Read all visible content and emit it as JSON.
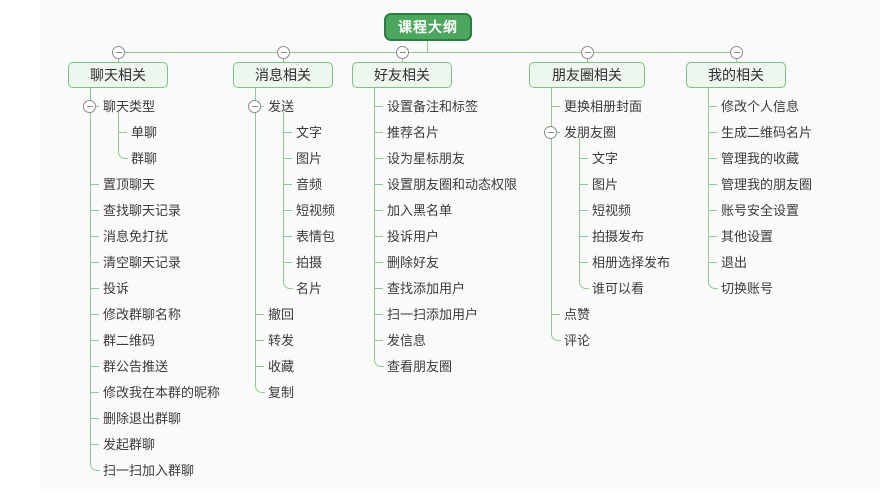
{
  "root": {
    "label": "课程大纲"
  },
  "theme": {
    "root_bg": "#4ca65e",
    "root_border": "#2d7b45",
    "root_text": "#ffffff",
    "branch_bg": "#eef7ef",
    "branch_border": "#7ac47f",
    "line_color": "#8fc993",
    "item_text": "#3b3b3b",
    "canvas_bg": "#fafafa",
    "collapse_icon": "minus-circle"
  },
  "branches": [
    {
      "label": "聊天相关",
      "items": [
        {
          "label": "聊天类型",
          "collapsible": true,
          "children": [
            {
              "label": "单聊"
            },
            {
              "label": "群聊"
            }
          ]
        },
        {
          "label": "置顶聊天"
        },
        {
          "label": "查找聊天记录"
        },
        {
          "label": "消息免打扰"
        },
        {
          "label": "清空聊天记录"
        },
        {
          "label": "投诉"
        },
        {
          "label": "修改群聊名称"
        },
        {
          "label": "群二维码"
        },
        {
          "label": "群公告推送"
        },
        {
          "label": "修改我在本群的昵称"
        },
        {
          "label": "删除退出群聊"
        },
        {
          "label": "发起群聊"
        },
        {
          "label": "扫一扫加入群聊"
        }
      ]
    },
    {
      "label": "消息相关",
      "items": [
        {
          "label": "发送",
          "collapsible": true,
          "children": [
            {
              "label": "文字"
            },
            {
              "label": "图片"
            },
            {
              "label": "音频"
            },
            {
              "label": "短视频"
            },
            {
              "label": "表情包"
            },
            {
              "label": "拍摄"
            },
            {
              "label": "名片"
            }
          ]
        },
        {
          "label": "撤回"
        },
        {
          "label": "转发"
        },
        {
          "label": "收藏"
        },
        {
          "label": "复制"
        }
      ]
    },
    {
      "label": "好友相关",
      "items": [
        {
          "label": "设置备注和标签"
        },
        {
          "label": "推荐名片"
        },
        {
          "label": "设为星标朋友"
        },
        {
          "label": "设置朋友圈和动态权限"
        },
        {
          "label": "加入黑名单"
        },
        {
          "label": "投诉用户"
        },
        {
          "label": "删除好友"
        },
        {
          "label": "查找添加用户"
        },
        {
          "label": "扫一扫添加用户"
        },
        {
          "label": "发信息"
        },
        {
          "label": "查看朋友圈"
        }
      ]
    },
    {
      "label": "朋友圈相关",
      "items": [
        {
          "label": "更换相册封面"
        },
        {
          "label": "发朋友圈",
          "collapsible": true,
          "children": [
            {
              "label": "文字"
            },
            {
              "label": "图片"
            },
            {
              "label": "短视频"
            },
            {
              "label": "拍摄发布"
            },
            {
              "label": "相册选择发布"
            },
            {
              "label": "谁可以看"
            }
          ]
        },
        {
          "label": "点赞"
        },
        {
          "label": "评论"
        }
      ]
    },
    {
      "label": "我的相关",
      "items": [
        {
          "label": "修改个人信息"
        },
        {
          "label": "生成二维码名片"
        },
        {
          "label": "管理我的收藏"
        },
        {
          "label": "管理我的朋友圈"
        },
        {
          "label": "账号安全设置"
        },
        {
          "label": "其他设置"
        },
        {
          "label": "退出"
        },
        {
          "label": "切换账号"
        }
      ]
    }
  ]
}
